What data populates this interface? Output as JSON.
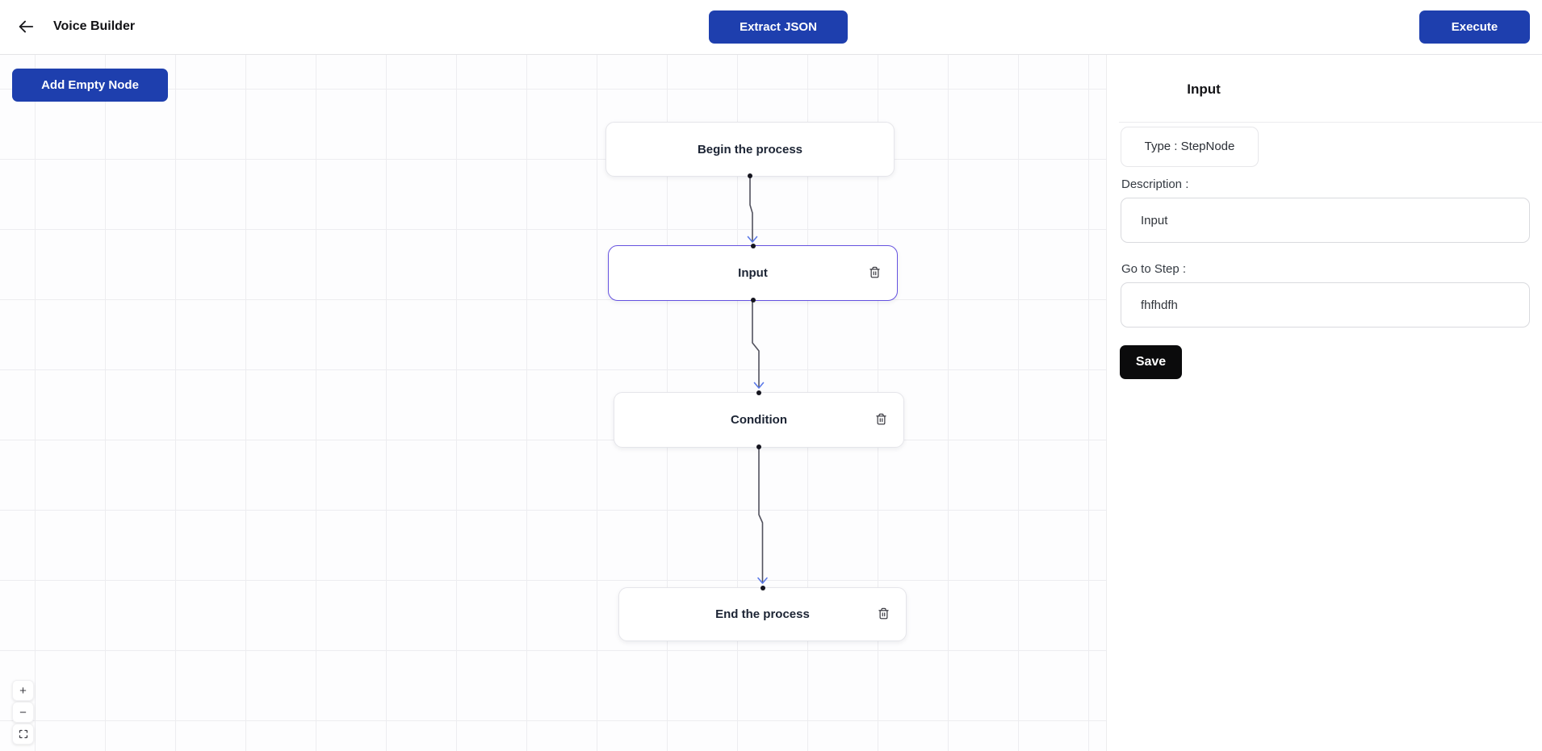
{
  "header": {
    "title": "Voice Builder",
    "extract_button": "Extract JSON",
    "execute_button": "Execute"
  },
  "canvas": {
    "add_node_button": "Add Empty Node",
    "nodes": [
      {
        "label": "Begin the process",
        "selected": false,
        "deletable": false
      },
      {
        "label": "Input",
        "selected": true,
        "deletable": true
      },
      {
        "label": "Condition",
        "selected": false,
        "deletable": true
      },
      {
        "label": "End the process",
        "selected": false,
        "deletable": true
      }
    ],
    "edges": [
      {
        "from": "Begin the process",
        "to": "Input"
      },
      {
        "from": "Input",
        "to": "Condition"
      },
      {
        "from": "Condition",
        "to": "End the process"
      }
    ],
    "controls": {
      "zoom_in": "+",
      "zoom_out": "−",
      "fit_view": "fit-view"
    }
  },
  "panel": {
    "title": "Input",
    "type_box": "Type : StepNode",
    "description_label": "Description :",
    "description_value": "Input",
    "goto_label": "Go to Step :",
    "goto_value": "fhfhdfh",
    "save_button": "Save"
  },
  "colors": {
    "primary_blue": "#1e3fae",
    "selected_node_border": "#6552e0",
    "edge_line": "#52525e",
    "arrow_head": "#5b79e8",
    "save_black": "#0b0b0c"
  }
}
